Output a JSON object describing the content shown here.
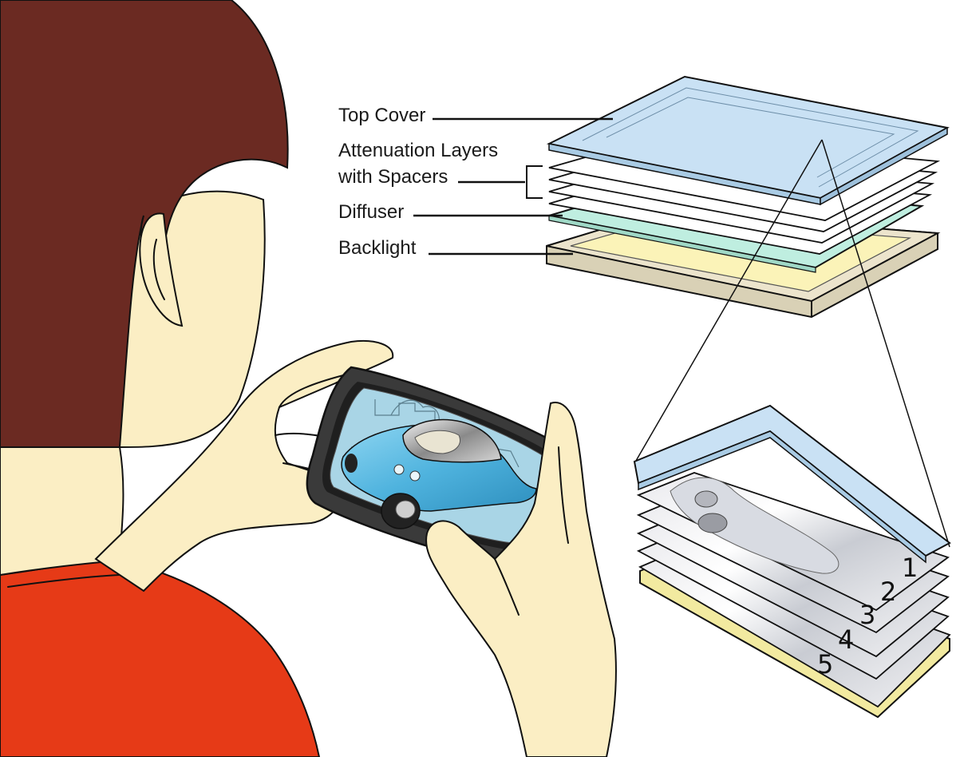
{
  "labels": {
    "top_cover": "Top Cover",
    "attenuation_line1": "Attenuation Layers",
    "attenuation_line2": "with Spacers",
    "diffuser": "Diffuser",
    "backlight": "Backlight"
  },
  "layer_numbers": [
    "1",
    "2",
    "3",
    "4",
    "5"
  ],
  "colors": {
    "hair": "#6b2a22",
    "skin": "#fbeec4",
    "shirt": "#e63a17",
    "top_cover": "#c9e1f4",
    "diffuser": "#bfeee0",
    "backlight_frame": "#ece4cc",
    "backlight_panel": "#fbf3b8",
    "phone_body": "#3a3a3a",
    "screen": "#a9d5e6",
    "car": "#4fb3de"
  },
  "icons": [
    "person-illustration",
    "smartphone-illustration",
    "car-illustration"
  ]
}
